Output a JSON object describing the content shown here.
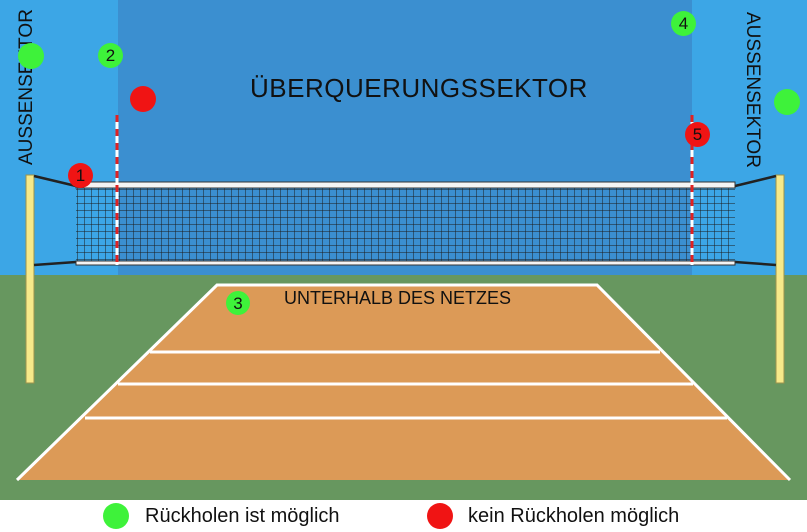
{
  "colors": {
    "possible": "#3ef23a",
    "not_possible": "#f01414",
    "sky_outer": "#3ca6e6",
    "sky_crossing": "#3b8fd0",
    "ground": "#67975f",
    "court": "#dc9a57",
    "pole": "#f6e98a"
  },
  "labels": {
    "crossing_sector": "ÜBERQUERUNGSSEKTOR",
    "under_net": "UNTERHALB DES NETZES",
    "outer_left": "AUSSENSEKTOR",
    "outer_right": "AUSSENSEKTOR"
  },
  "markers": [
    {
      "label": "",
      "status": "possible"
    },
    {
      "label": "2",
      "status": "possible"
    },
    {
      "label": "",
      "status": "not_possible"
    },
    {
      "label": "1",
      "status": "not_possible"
    },
    {
      "label": "4",
      "status": "possible"
    },
    {
      "label": "",
      "status": "possible"
    },
    {
      "label": "5",
      "status": "not_possible"
    },
    {
      "label": "3",
      "status": "possible"
    }
  ],
  "legend": {
    "possible": "Rückholen ist möglich",
    "not_possible": "kein Rückholen möglich"
  }
}
